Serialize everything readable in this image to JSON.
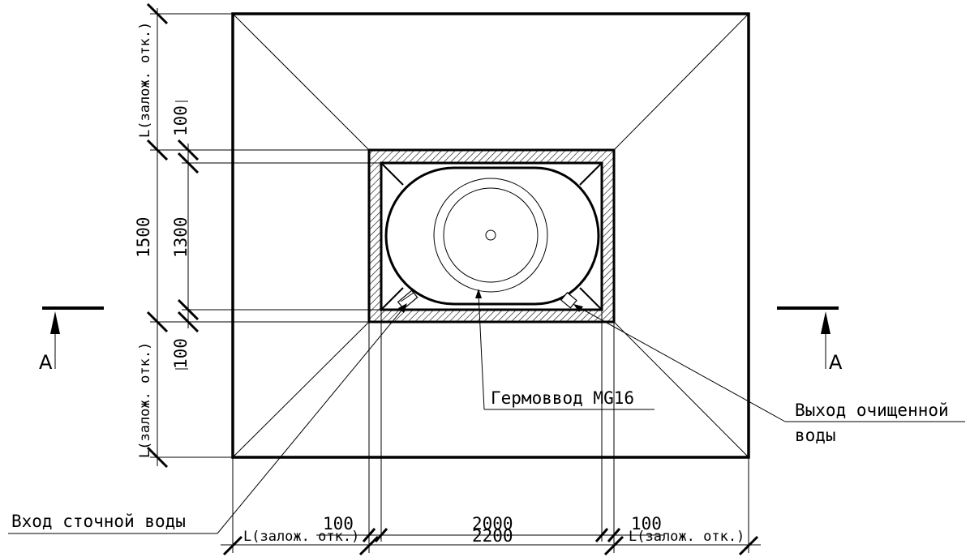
{
  "dimensions": {
    "left_top_L": "L(залож. отк.)",
    "left_100_top": "100",
    "left_1500": "1500",
    "left_1300": "1300",
    "left_100_bottom": "100",
    "left_bottom_L": "L(залож. отк.)",
    "bottom_100_left": "100",
    "bottom_2000": "2000",
    "bottom_100_right": "100",
    "bottom_L_left": "L(залож. отк.)",
    "bottom_2200": "2200",
    "bottom_L_right": "L(залож. отк.)"
  },
  "labels": {
    "hermetic_input": "Гермоввод MG16",
    "clean_water_out_line1": "Выход очищенной",
    "clean_water_out_line2": "воды",
    "sewage_in": "Вход сточной воды"
  },
  "section": {
    "left": "A",
    "right": "A"
  }
}
